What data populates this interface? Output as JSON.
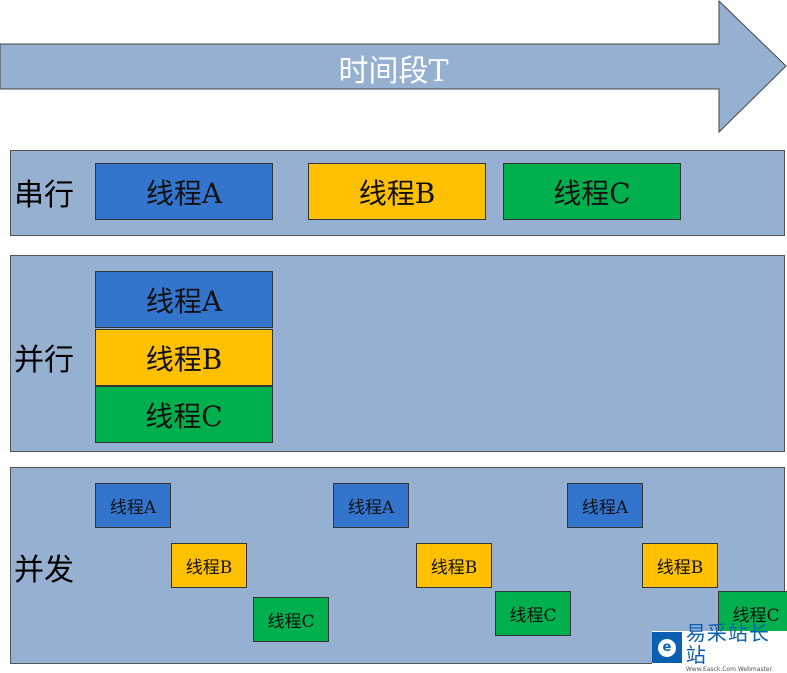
{
  "arrow": {
    "label": "时间段T"
  },
  "colors": {
    "panel": "#95b0d0",
    "thread_a": "#3375cc",
    "thread_b": "#ffc000",
    "thread_c": "#00b04f"
  },
  "threads": {
    "a": "线程A",
    "b": "线程B",
    "c": "线程C"
  },
  "panels": {
    "serial": "串行",
    "parallel": "并行",
    "concurrent": "并发"
  },
  "watermark": {
    "text": "易采站长站",
    "subtext": "Www.Easck.Com Webmaster"
  }
}
